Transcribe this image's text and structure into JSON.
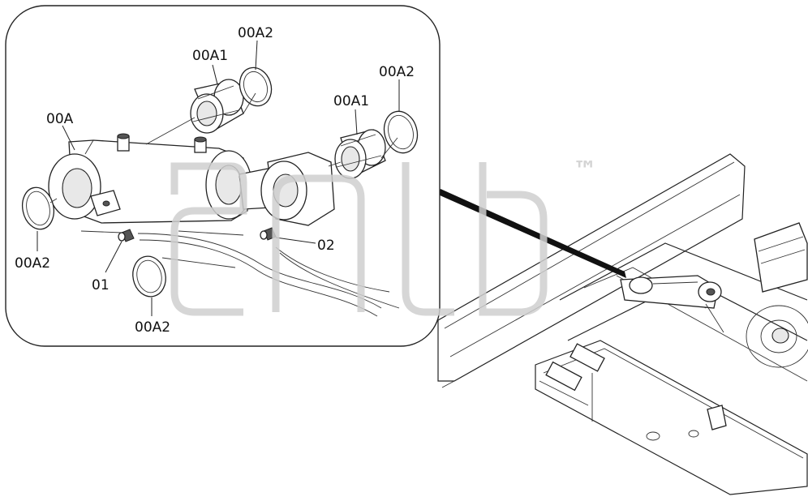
{
  "labels": {
    "l_00A": "00A",
    "l_00A1_left": "00A1",
    "l_00A2_top": "00A2",
    "l_00A1_right": "00A1",
    "l_00A2_right": "00A2",
    "l_00A2_left": "00A2",
    "l_01": "01",
    "l_02": "02",
    "l_00A2_bottom": "00A2"
  },
  "watermark": {
    "trademark": "™"
  },
  "icons": [
    "cylinder-body",
    "bushing",
    "seal-ring",
    "grease-fitting",
    "excavator-undercarriage"
  ]
}
